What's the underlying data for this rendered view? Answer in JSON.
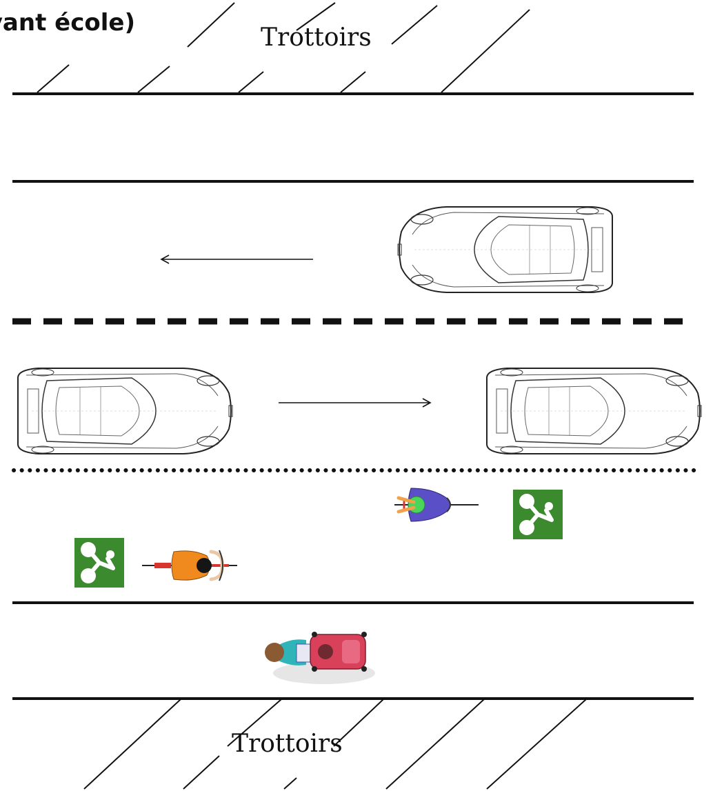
{
  "title": "(devant école)",
  "sidewalk_top_label": "Trottoirs",
  "sidewalk_bottom_label": "Trottoirs",
  "colors": {
    "line": "#111111",
    "bike_sign_green": "#3c8a2e",
    "cyclist_top_shirt": "#5a4fc7",
    "cyclist_top_helmet": "#49d65a",
    "cyclist_bottom_shirt": "#f08a1e",
    "pedestrian_stroller": "#d9405a"
  },
  "icons": {
    "car_westbound": "car-topview-icon",
    "car_eastbound_left": "car-topview-icon",
    "car_eastbound_right": "car-topview-icon",
    "bike_sign": "bicycle-lane-sign-icon",
    "cyclist": "cyclist-topview-icon",
    "pedestrian": "pedestrian-with-stroller-icon"
  }
}
